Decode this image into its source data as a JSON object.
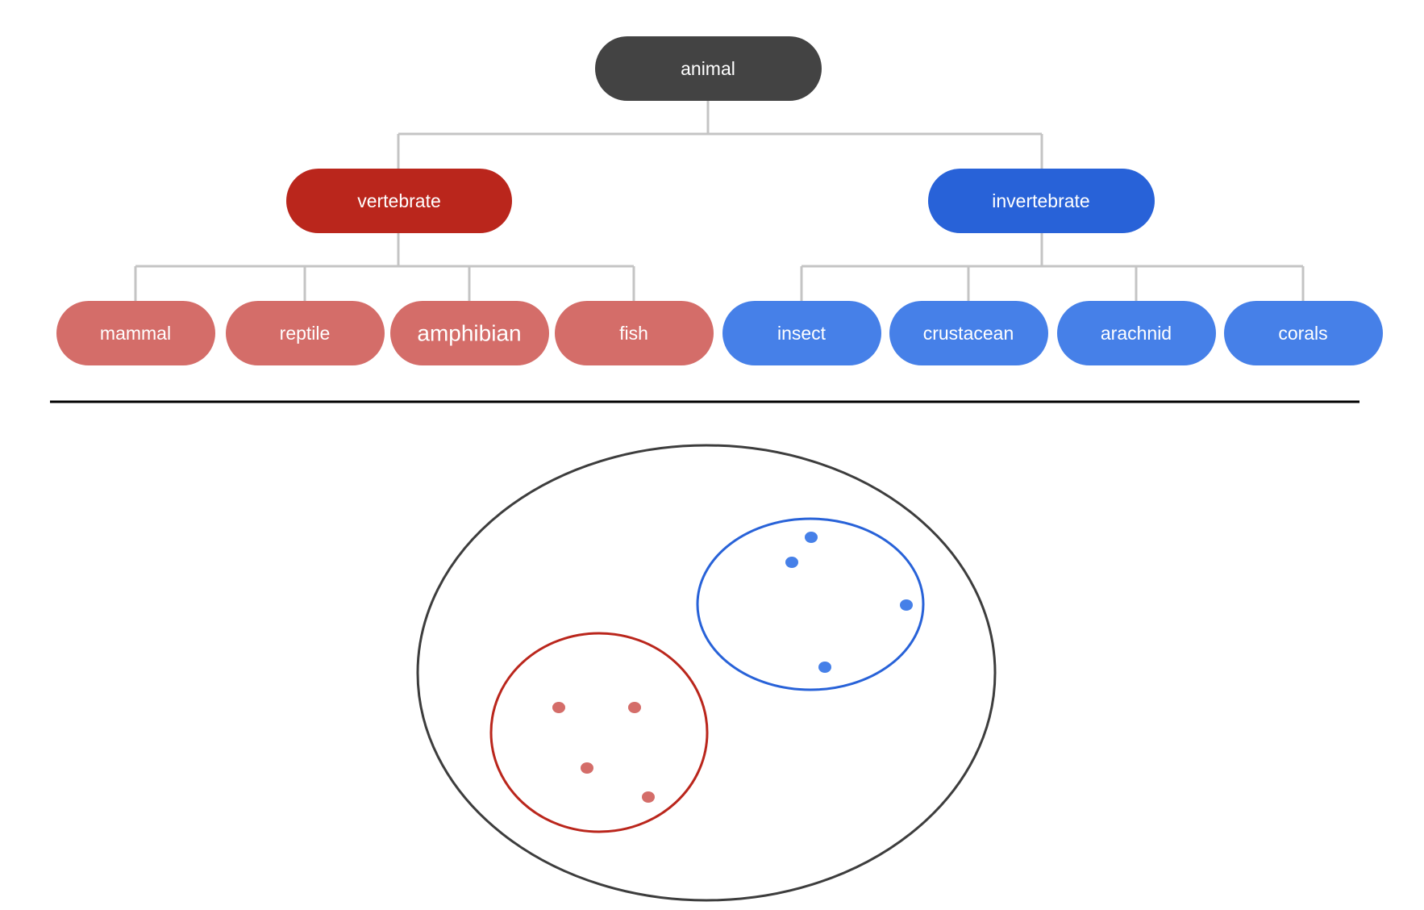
{
  "colors": {
    "root": "#434343",
    "vertebrate_dark": "#ba261c",
    "vertebrate_light": "#d46d69",
    "invertebrate_dark": "#2862d8",
    "invertebrate_light": "#4680e8",
    "connector": "#c4c4c4",
    "divider": "#000000",
    "outer_set": "#3d3d3d"
  },
  "tree": {
    "root": {
      "label": "animal"
    },
    "vertebrate": {
      "label": "vertebrate",
      "children": [
        {
          "label": "mammal"
        },
        {
          "label": "reptile"
        },
        {
          "label": "amphibian"
        },
        {
          "label": "fish"
        }
      ]
    },
    "invertebrate": {
      "label": "invertebrate",
      "children": [
        {
          "label": "insect"
        },
        {
          "label": "crustacean"
        },
        {
          "label": "arachnid"
        },
        {
          "label": "corals"
        }
      ]
    }
  },
  "sets": {
    "vertebrate_members": 4,
    "invertebrate_members": 4
  }
}
